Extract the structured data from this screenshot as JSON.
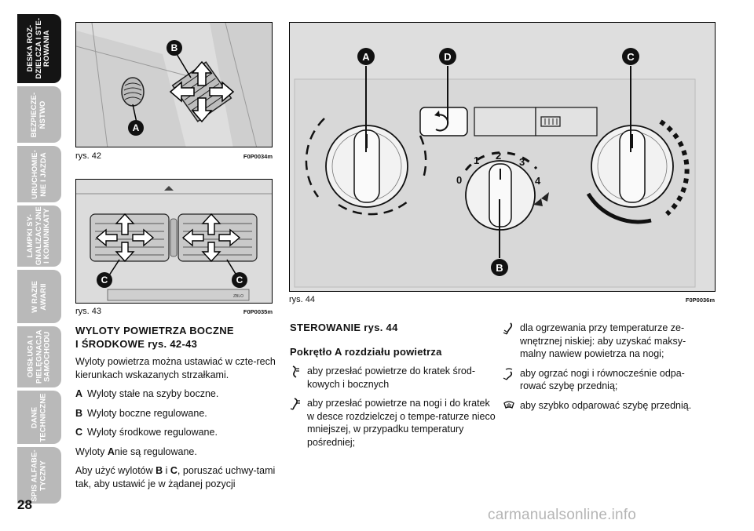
{
  "page_number": "28",
  "sidebar": {
    "tabs": [
      {
        "label": "DESKA ROZ-\nDZIELCZA I STE-\nROWANIA",
        "active": true
      },
      {
        "label": "BEZPIECZE-\nŃSTWO",
        "active": false
      },
      {
        "label": "URUCHOMIE-\nNIE I JAZDA",
        "active": false
      },
      {
        "label": "LAMPKI SY-\nGNALIZACYJNE\nI KOMUNIKATY",
        "active": false
      },
      {
        "label": "W RAZIE\nAWARII",
        "active": false
      },
      {
        "label": "OBSŁUGA I\nPIELĘGNACJA\nSAMOCHODU",
        "active": false
      },
      {
        "label": "DANE\nTECHNICZNE",
        "active": false
      },
      {
        "label": "SPIS ALFABE-\nTYCZNY",
        "active": false
      }
    ]
  },
  "figures": {
    "fig42": {
      "caption": "rys. 42",
      "code": "F0P0034m",
      "labels": [
        "B",
        "A"
      ]
    },
    "fig43": {
      "caption": "rys. 43",
      "code": "F0P0035m",
      "labels": [
        "C",
        "C"
      ],
      "panel_text": "ZBLO"
    },
    "fig44": {
      "caption": "rys. 44",
      "code": "F0P0036m",
      "labels": [
        "A",
        "D",
        "C",
        "B"
      ],
      "scale": [
        "0",
        "1",
        "2",
        "3",
        "4"
      ]
    }
  },
  "left_column": {
    "heading_line1": "WYLOTY POWIETRZA BOCZNE",
    "heading_line2": "I ŚRODKOWE rys. 42-43",
    "intro": "Wyloty powietrza można ustawiać w czte-rech kierunkach wskazanych strzałkami.",
    "items": [
      {
        "letter": "A",
        "text": "Wyloty stałe na szyby boczne."
      },
      {
        "letter": "B",
        "text": "Wyloty boczne regulowane."
      },
      {
        "letter": "C",
        "text": "Wyloty środkowe regulowane."
      }
    ],
    "note_prefix": "Wyloty ",
    "note_letter": "A",
    "note_suffix": "nie są regulowane.",
    "usage_1": "Aby użyć wylotów ",
    "usage_b": "B",
    "usage_2": " i ",
    "usage_c": "C",
    "usage_3": ", poruszać uchwy-tami tak, aby ustawić je w żądanej pozycji"
  },
  "middle_column": {
    "heading": "STEROWANIE rys. 44",
    "subheading": "Pokrętło A rozdziału powietrza",
    "bullets": [
      {
        "icon": "face-vent-icon",
        "text": "aby przesłać powietrze do kratek środ-kowych i bocznych"
      },
      {
        "icon": "face-feet-vent-icon",
        "text": "aby przesłać powietrze na nogi i do kratek w desce rozdzielczej o tempe-raturze nieco mniejszej, w przypadku temperatury pośredniej;"
      }
    ]
  },
  "right_column": {
    "bullets": [
      {
        "icon": "feet-vent-icon",
        "text": "dla ogrzewania przy temperaturze ze-wnętrznej niskiej: aby uzyskać maksy-malny nawiew powietrza na nogi;"
      },
      {
        "icon": "feet-defrost-icon",
        "text": "aby ogrzać nogi i równocześnie odpa-rować szybę przednią;"
      },
      {
        "icon": "defrost-icon",
        "text": "aby szybko odparować szybę przednią."
      }
    ]
  },
  "watermark": "carmanualsonline.info"
}
